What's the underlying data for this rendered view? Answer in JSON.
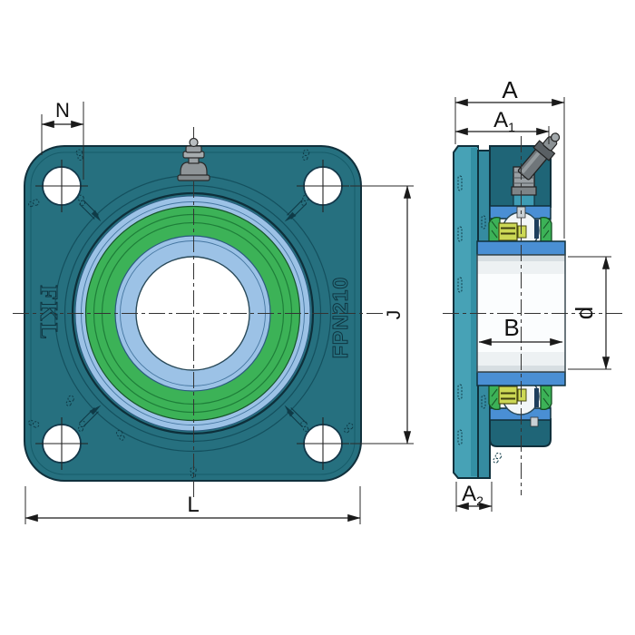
{
  "drawing": {
    "brand": "FKL",
    "part_number": "FPN210",
    "labels": {
      "n": "N",
      "l": "L",
      "j": "J",
      "a": "A",
      "a1_base": "A",
      "a1_sub": "1",
      "a2_base": "A",
      "a2_sub": "2",
      "b": "B",
      "d": "d"
    },
    "colors": {
      "housing_teal": "#26707f",
      "housing_dark_teal": "#1f6577",
      "flange_cut_cyan": "#47a2b6",
      "flange_step_cyan": "#358ba0",
      "grease_channel_cyan": "#3f9cb4",
      "seal_green": "#3cb257",
      "ring_light_blue": "#9cc2e6",
      "bearing_blue": "#4a8fd4",
      "cage_yellow_green": "#ccd855",
      "bore_white": "#ffffff",
      "shaft_grey": "#edf1f3",
      "fitting_grey": "#9aa0a4",
      "fitting_dark_grey": "#70767a",
      "line_dark": "#10303c",
      "dim_black": "#1a1a1a",
      "background": "#ffffff"
    }
  }
}
